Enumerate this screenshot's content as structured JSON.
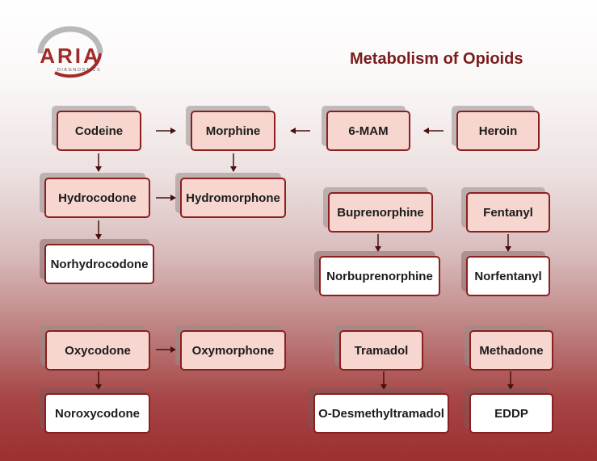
{
  "logo": {
    "brand": "ARIA",
    "subtitle": "DIAGNOSTICS"
  },
  "title": "Metabolism of Opioids",
  "nodes": {
    "codeine": "Codeine",
    "morphine": "Morphine",
    "sixmam": "6-MAM",
    "heroin": "Heroin",
    "hydrocodone": "Hydrocodone",
    "hydromorphone": "Hydromorphone",
    "norhydrocodone": "Norhydrocodone",
    "buprenorphine": "Buprenorphine",
    "norbuprenorphine": "Norbuprenorphine",
    "fentanyl": "Fentanyl",
    "norfentanyl": "Norfentanyl",
    "oxycodone": "Oxycodone",
    "oxymorphone": "Oxymorphone",
    "noroxycodone": "Noroxycodone",
    "tramadol": "Tramadol",
    "odesmethyltramadol": "O-Desmethyltramadol",
    "methadone": "Methadone",
    "eddp": "EDDP"
  },
  "colors": {
    "accent": "#8c1f1f",
    "drug_fill": "#f6d6cf",
    "metabolite_fill": "#ffffff",
    "title": "#7a1c1c"
  }
}
